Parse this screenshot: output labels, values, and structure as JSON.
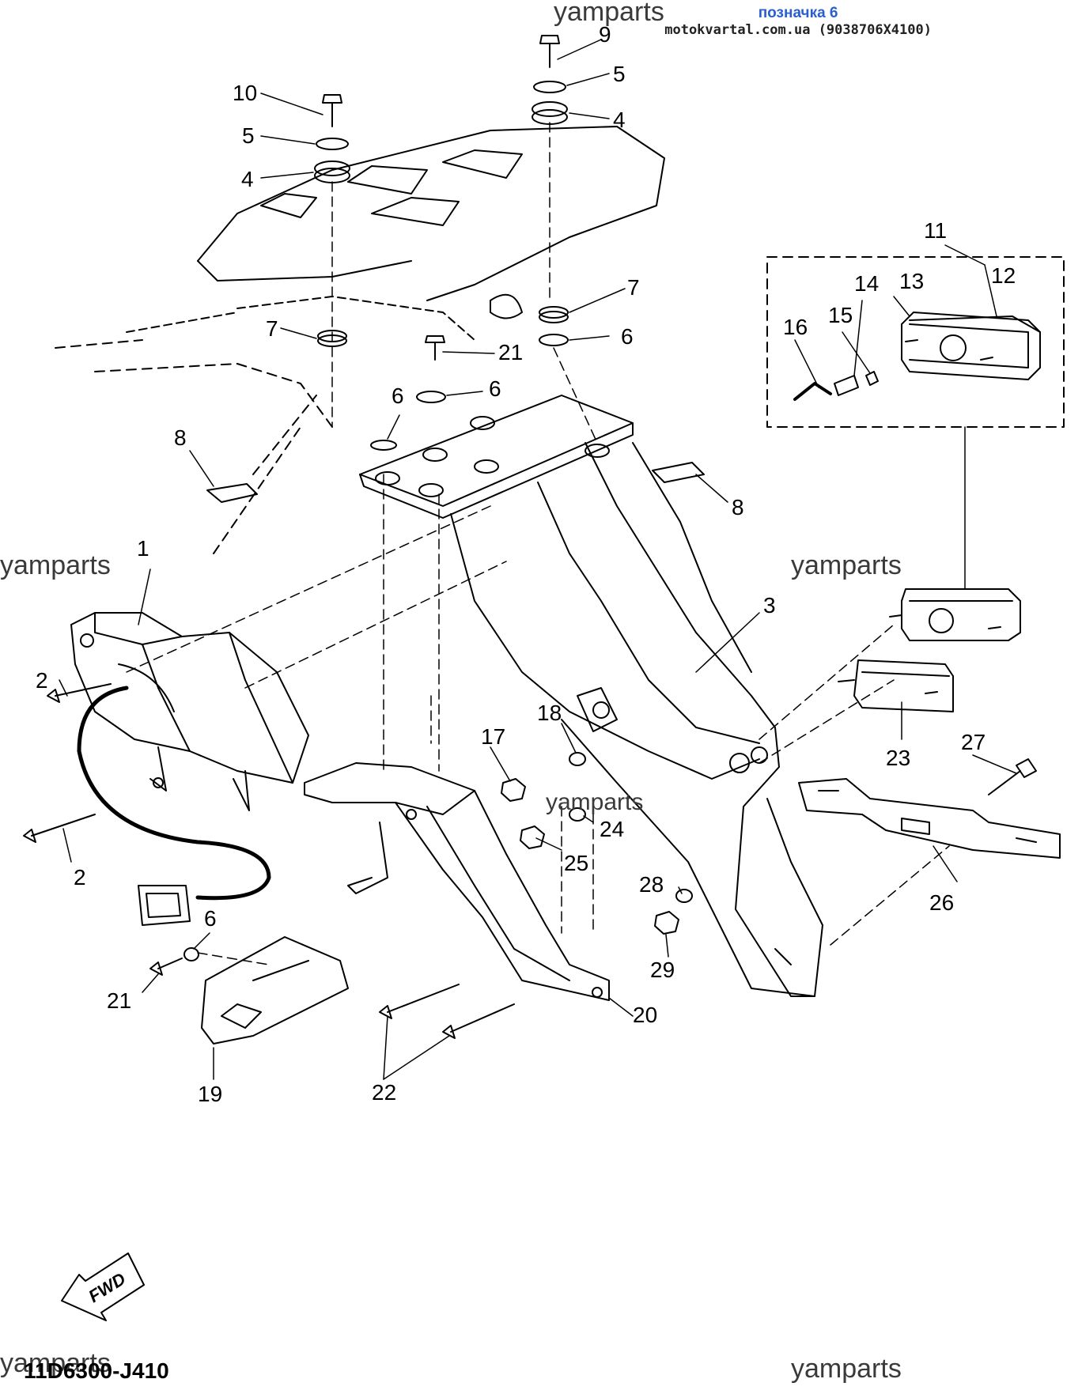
{
  "header": {
    "ref_label": "позначка 6",
    "ref_site": "motokvartal.com.ua (9038706X4100)"
  },
  "watermark": "yamparts",
  "diagram_code": "11D6300-J410",
  "fwd_label": "FWD",
  "callouts": [
    "1",
    "2",
    "2",
    "3",
    "4",
    "4",
    "5",
    "5",
    "6",
    "6",
    "6",
    "6",
    "7",
    "7",
    "8",
    "8",
    "9",
    "10",
    "11",
    "12",
    "13",
    "14",
    "15",
    "16",
    "17",
    "18",
    "19",
    "20",
    "21",
    "21",
    "22",
    "23",
    "24",
    "25",
    "26",
    "27",
    "28",
    "29"
  ]
}
